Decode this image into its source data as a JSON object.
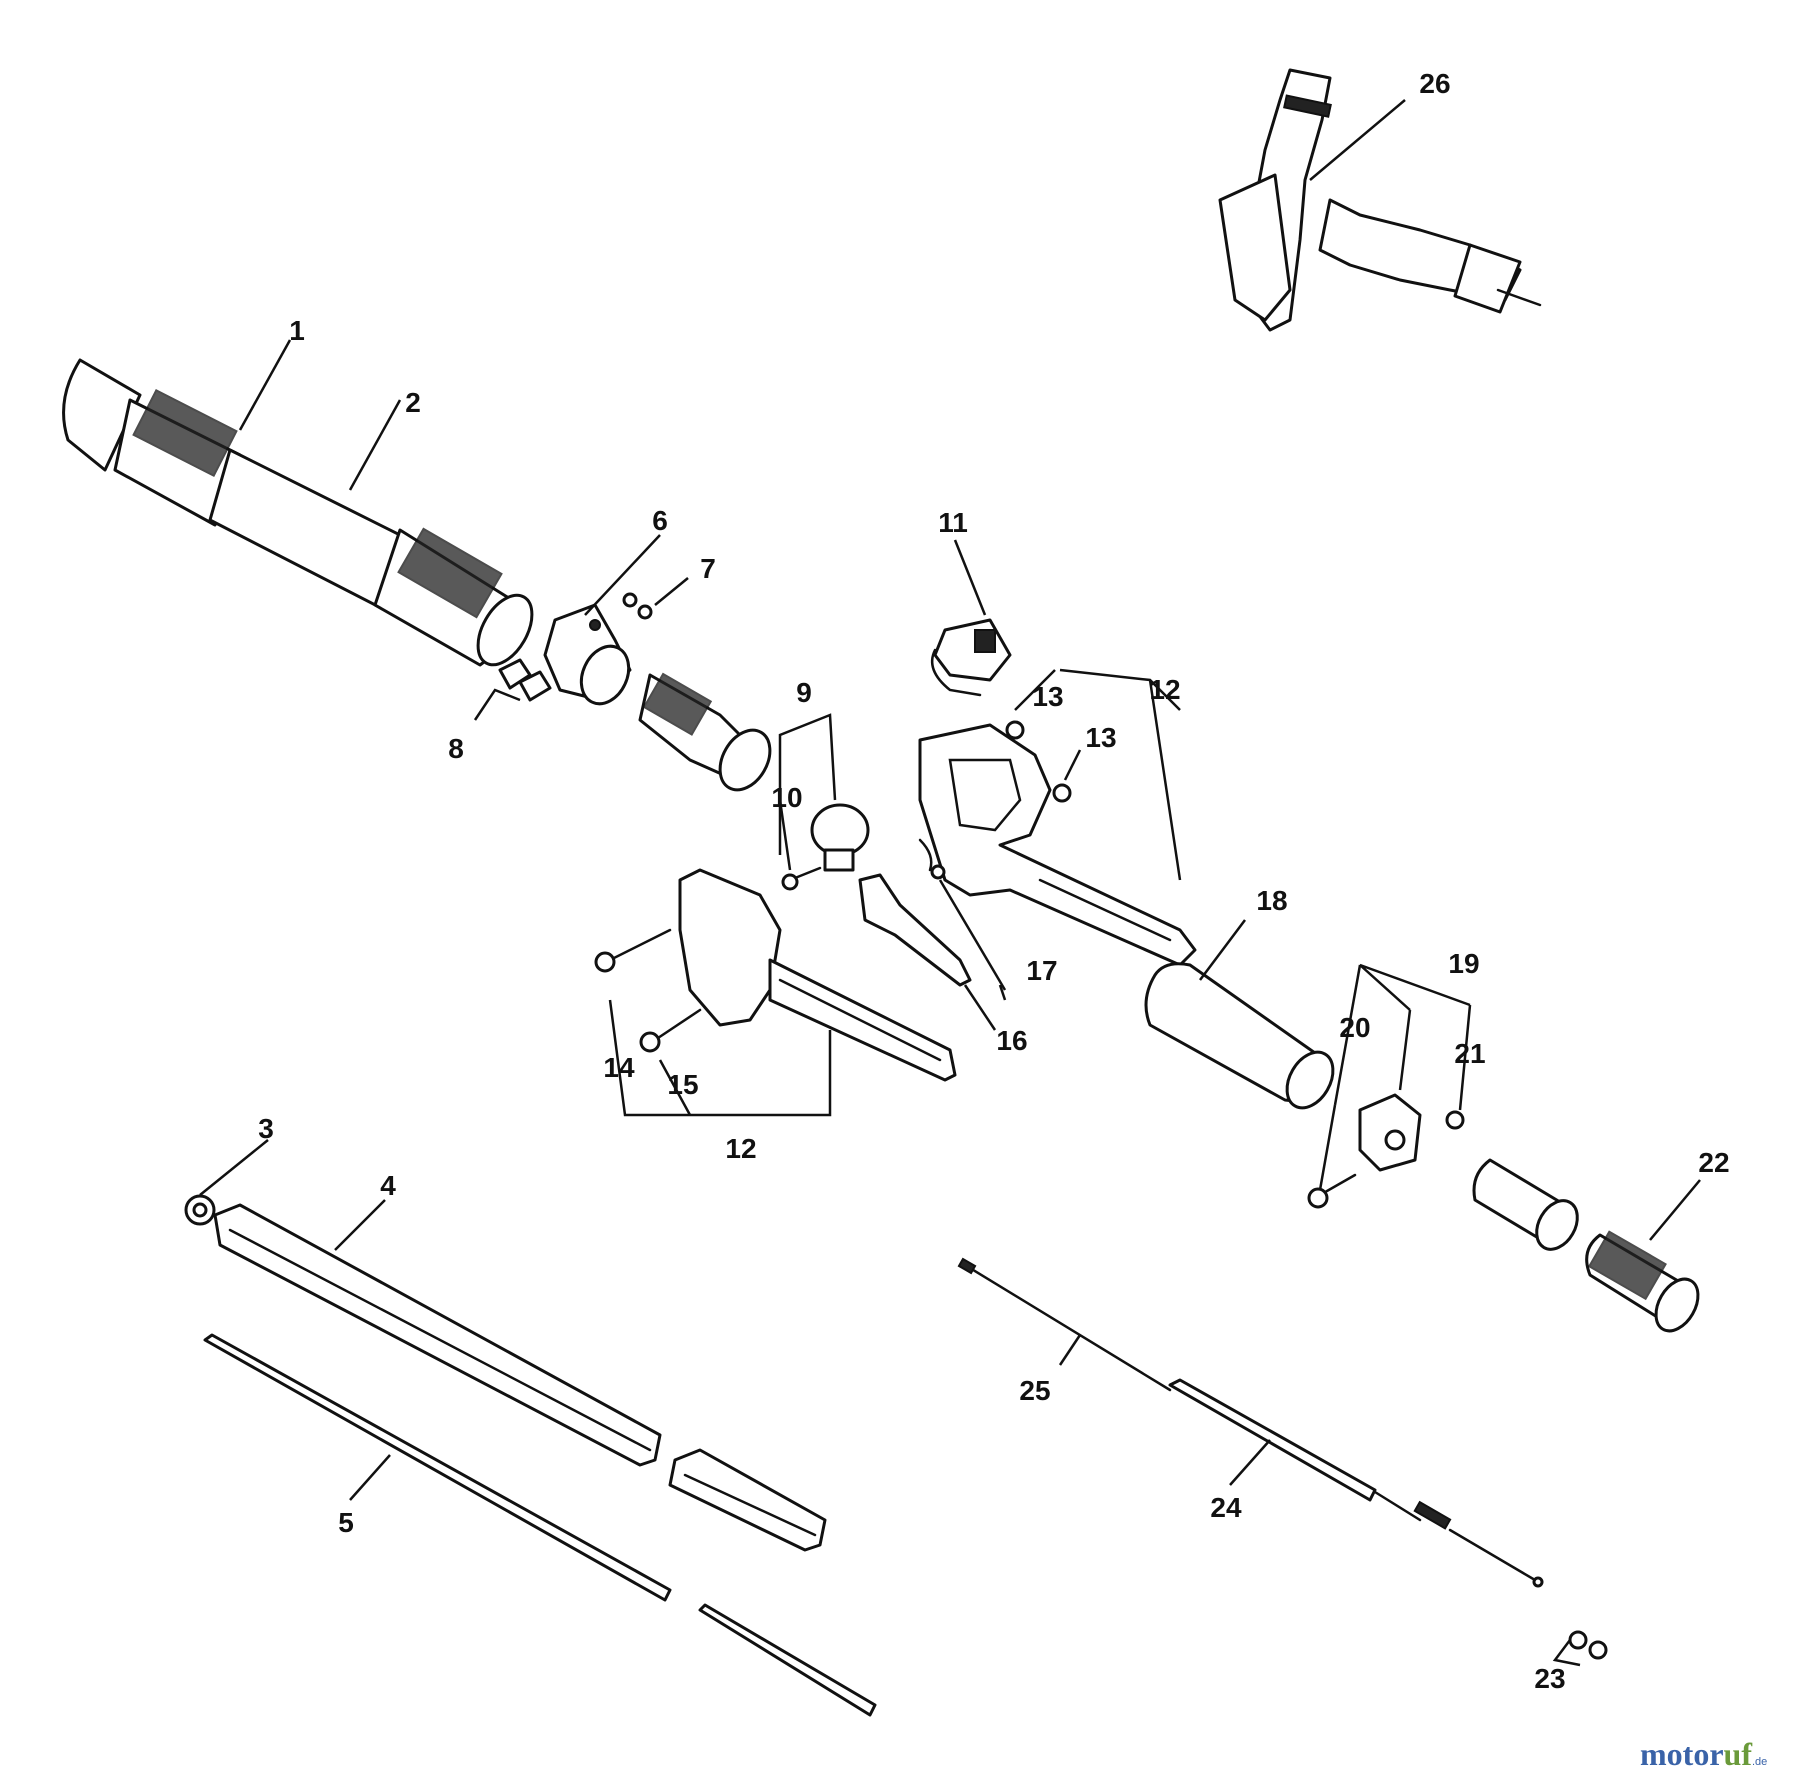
{
  "labels": {
    "p1": "1",
    "p2": "2",
    "p3": "3",
    "p4": "4",
    "p5": "5",
    "p6": "6",
    "p7": "7",
    "p8": "8",
    "p9": "9",
    "p10": "10",
    "p11": "11",
    "p12a": "12",
    "p12b": "12",
    "p13a": "13",
    "p13b": "13",
    "p14": "14",
    "p15": "15",
    "p16": "16",
    "p17": "17",
    "p18": "18",
    "p19": "19",
    "p20": "20",
    "p21": "21",
    "p22": "22",
    "p23": "23",
    "p24": "24",
    "p25": "25",
    "p26": "26"
  },
  "watermark": {
    "part1": "motor",
    "part2": "uf",
    "suffix": ".de"
  },
  "colors": {
    "line": "#111111",
    "watermark_blue": "#3a63a8",
    "watermark_green": "#6a9a3a"
  }
}
